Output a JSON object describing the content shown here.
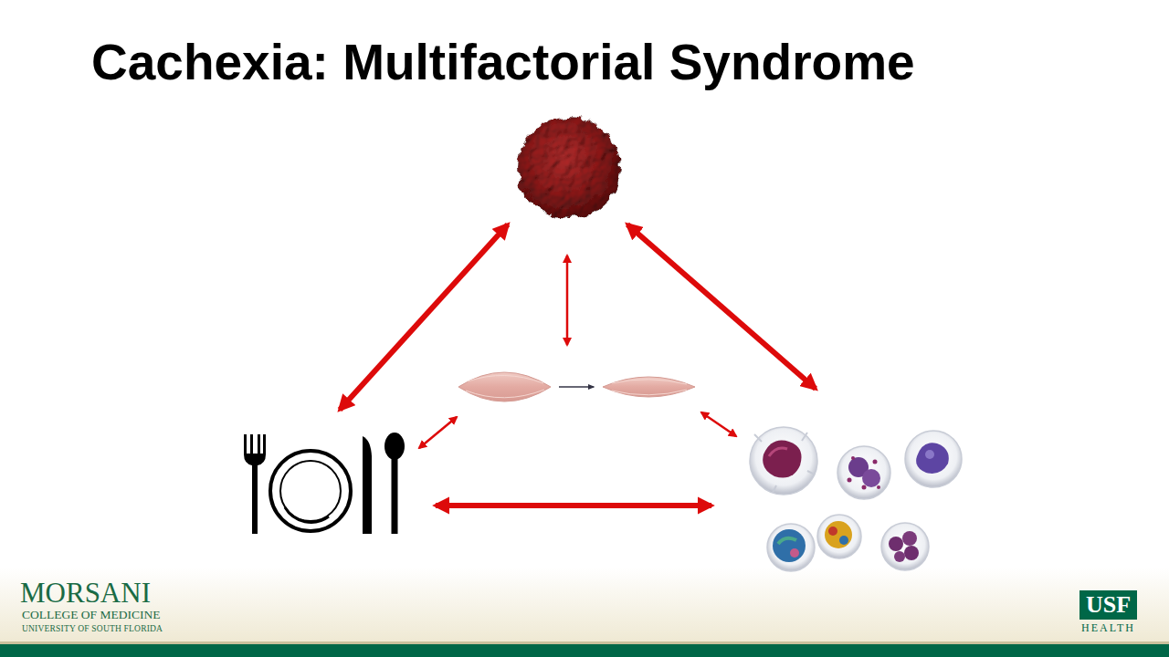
{
  "diagram": {
    "title": "Cachexia: Multifactorial Syndrome",
    "labels": [
      "MORSANI",
      "COLLEGE OF MEDICINE",
      "UNIVERSITY OF SOUTH FLORIDA",
      "USF",
      "HEALTH"
    ]
  }
}
